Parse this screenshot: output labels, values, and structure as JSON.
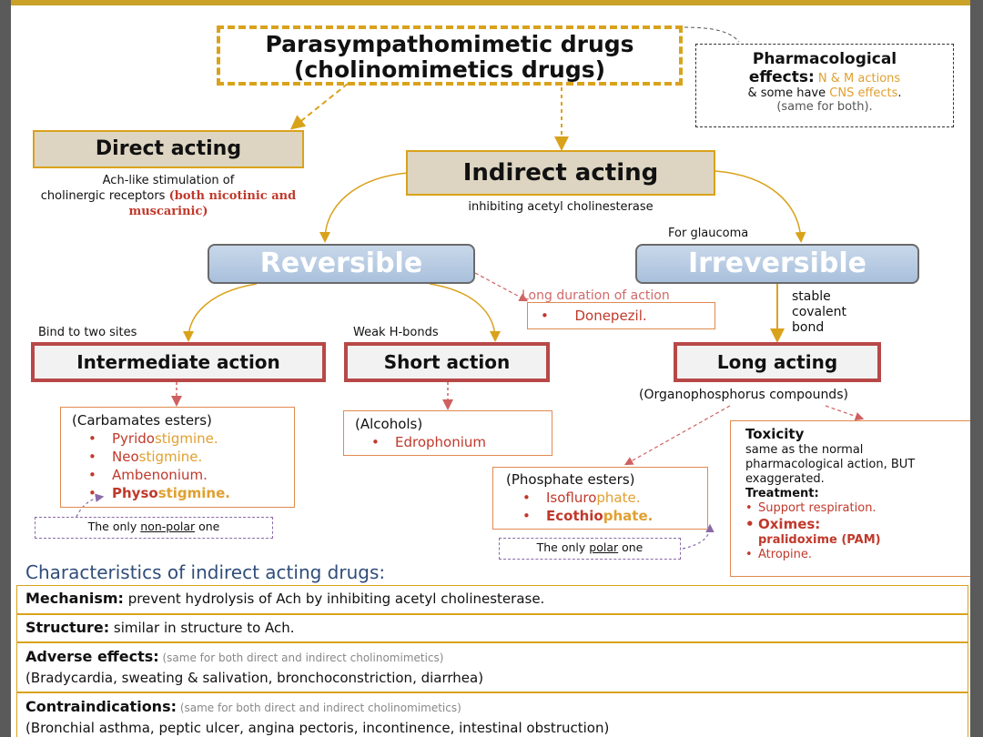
{
  "title": {
    "line1": "Parasympathomimetic drugs",
    "line2": "(cholinomimetics drugs)"
  },
  "pharm": {
    "heading_line1": "Pharmacological",
    "heading_line2": "effects:",
    "nm_actions": "N & M actions",
    "some_have": "& some have",
    "cns": "CNS effects",
    "period": ".",
    "same": "(same for both)."
  },
  "direct": {
    "label": "Direct acting",
    "desc_line1": "Ach-like stimulation of",
    "desc_line2": "cholinergic receptors",
    "desc_red": "(both nicotinic and muscarinic)"
  },
  "indirect": {
    "label": "Indirect acting",
    "desc": "inhibiting acetyl cholinesterase"
  },
  "reversible": {
    "label": "Reversible",
    "long_duration": "Long duration of action",
    "donepezil": "Donepezil."
  },
  "irreversible": {
    "label": "Irreversible",
    "note": "For glaucoma",
    "stable": [
      "stable",
      "covalent",
      "bond"
    ]
  },
  "intermediate": {
    "bind_note": "Bind to two sites",
    "label": "Intermediate action",
    "header": "(Carbamates esters)",
    "items": [
      {
        "a": "Pyrido",
        "b": "stigmine."
      },
      {
        "a": "Neo",
        "b": "stigmine."
      },
      {
        "a": "Ambenonium.",
        "b": ""
      },
      {
        "a": "Physo",
        "b": "stigmine."
      }
    ],
    "only_prefix": "The only ",
    "only_u": "non-polar",
    "only_suffix": " one"
  },
  "short": {
    "weak_note": "Weak H-bonds",
    "label": "Short action",
    "header": "(Alcohols)",
    "item": "Edrophonium"
  },
  "long": {
    "label": "Long acting",
    "organo": "(Organophosphorus compounds)",
    "phos_header": "(Phosphate esters)",
    "phos_items": [
      {
        "a": "Isofluro",
        "b": "phate."
      },
      {
        "a": "Ecothio",
        "b": "phate."
      }
    ],
    "only_prefix": "The only ",
    "only_u": "polar",
    "only_suffix": " one"
  },
  "toxicity": {
    "title": "Toxicity",
    "desc": "same as the normal pharmacological action, BUT exaggerated.",
    "treatment": "Treatment:",
    "items": [
      "Support respiration.",
      "Oximes:",
      "pralidoxime (PAM)",
      "Atropine."
    ]
  },
  "characteristics": {
    "title": "Characteristics of indirect acting drugs:",
    "mechanism_label": "Mechanism:",
    "mechanism_text": " prevent hydrolysis of Ach by inhibiting acetyl cholinesterase.",
    "structure_label": "Structure:",
    "structure_text": " similar in structure to Ach.",
    "adverse_label": "Adverse effects:",
    "adverse_small": " (same for both direct and indirect cholinomimetics)",
    "adverse_text": "(Bradycardia, sweating & salivation, bronchoconstriction, diarrhea)",
    "contra_label": "Contraindications:",
    "contra_small": " (same for both direct and indirect cholinomimetics)",
    "contra_text": "(Bronchial asthma, peptic ulcer, angina pectoris, incontinence, intestinal obstruction)"
  },
  "colors": {
    "gold": "#d9a21b",
    "red": "#c0392b",
    "blue_box": "#a9c0dc",
    "heading_blue": "#2f4d7a"
  }
}
